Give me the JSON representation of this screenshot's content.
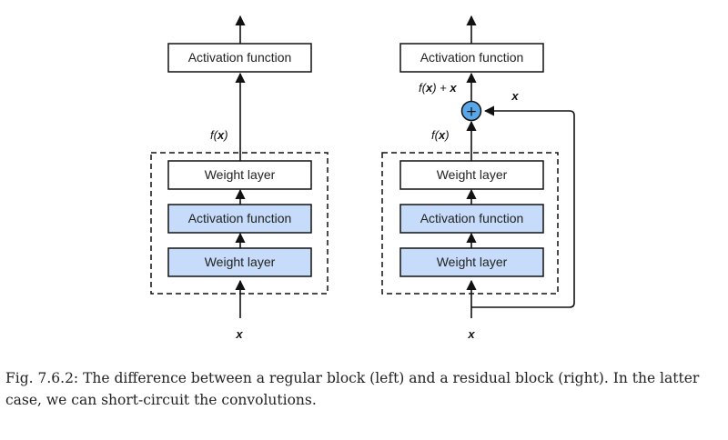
{
  "regular_block": {
    "output_box": "Activation function",
    "weight_layer_top": "Weight layer",
    "activation_mid": "Activation function",
    "weight_layer_bottom": "Weight layer",
    "fx_label_f": "f",
    "fx_label_paren_open": "(",
    "fx_label_x": "x",
    "fx_label_paren_close": ")",
    "input_label": "x"
  },
  "residual_block": {
    "output_box": "Activation function",
    "weight_layer_top": "Weight layer",
    "activation_mid": "Activation function",
    "weight_layer_bottom": "Weight layer",
    "sum_label_f": "f",
    "sum_label_open": "(",
    "sum_label_x": "x",
    "sum_label_rest": ") + ",
    "sum_label_x2": "x",
    "fx_label_f": "f",
    "fx_label_paren_open": "(",
    "fx_label_x": "x",
    "fx_label_paren_close": ")",
    "shortcut_label": "x",
    "adder_symbol": "+",
    "input_label": "x"
  },
  "caption": "Fig. 7.6.2: The difference between a regular block (left) and a residual block (right). In the latter case, we can short-circuit the convolutions.",
  "colors": {
    "blue_fill": "#c6dcfa",
    "adder_fill": "#5aa7e8",
    "stroke": "#111111"
  }
}
